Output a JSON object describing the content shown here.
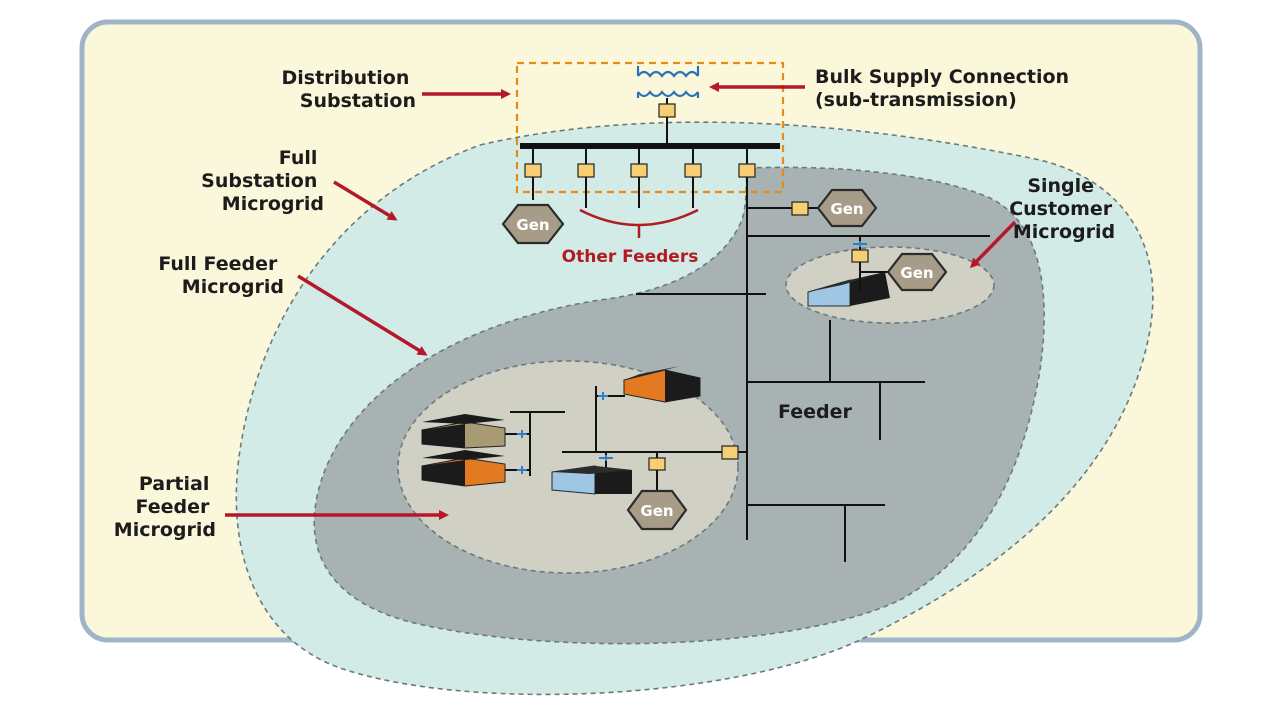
{
  "labels": {
    "distribution_substation": [
      "Distribution",
      "Substation"
    ],
    "bulk_supply": [
      "Bulk Supply Connection",
      "(sub-transmission)"
    ],
    "full_substation": [
      "Full",
      "Substation",
      "Microgrid"
    ],
    "full_feeder": [
      "Full Feeder",
      "Microgrid"
    ],
    "partial_feeder": [
      "Partial",
      "Feeder",
      "Microgrid"
    ],
    "single_customer": [
      "Single",
      "Customer",
      "Microgrid"
    ],
    "other_feeders": "Other Feeders",
    "feeder": "Feeder"
  },
  "generators": {
    "gen_substation": "Gen",
    "gen_feeder": "Gen",
    "gen_customer": "Gen",
    "gen_partial": "Gen"
  },
  "colors": {
    "background": "#fbf7da",
    "frame_border": "#9fb4c6",
    "substation_zone": "#d3ebe7",
    "feeder_zone": "#a9b2b3",
    "partial_zone": "#d0d1c4",
    "substation_box": "#e88a16",
    "arrow": "#b5182a",
    "transformer": "#2a73b8"
  }
}
